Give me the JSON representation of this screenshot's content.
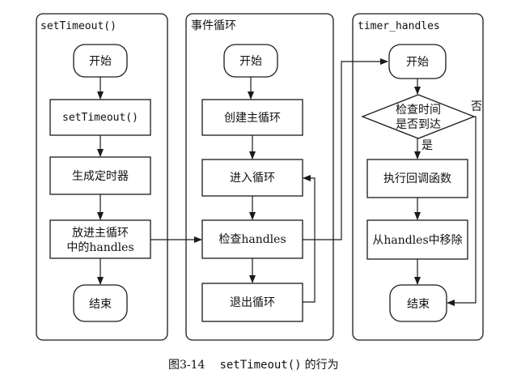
{
  "lanes": {
    "left": {
      "title": "setTimeout()"
    },
    "middle": {
      "title": "事件循环"
    },
    "right": {
      "title": "timer_handles"
    }
  },
  "left_nodes": {
    "start": "开始",
    "settimeout": "setTimeout()",
    "generate_timer": "生成定时器",
    "put_line1": "放进主循环",
    "put_line2": "中的handles",
    "end": "结束"
  },
  "middle_nodes": {
    "start": "开始",
    "create_loop": "创建主循环",
    "enter_loop": "进入循环",
    "check_handles": "检查handles",
    "exit_loop": "退出循环"
  },
  "right_nodes": {
    "start": "开始",
    "decision_line1": "检查时间",
    "decision_line2": "是否到达",
    "decision_yes": "是",
    "decision_no": "否",
    "run_callback": "执行回调函数",
    "remove": "从handles中移除",
    "end": "结束"
  },
  "caption": {
    "figure": "图3-14",
    "code": "setTimeout()",
    "text": "的行为"
  }
}
